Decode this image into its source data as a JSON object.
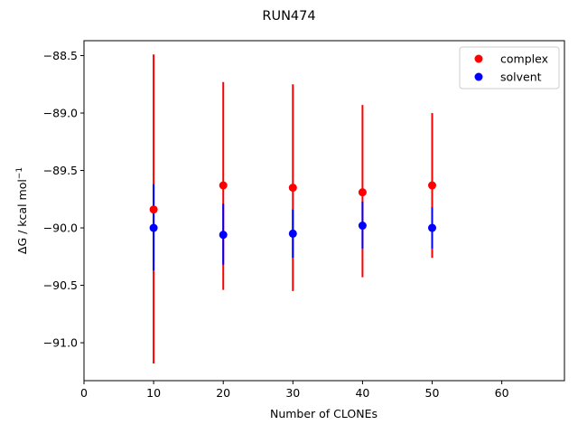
{
  "chart_data": {
    "type": "scatter",
    "title": "RUN474",
    "xlabel": "Number of CLONEs",
    "ylabel_main": "ΔG / kcal mol",
    "ylabel_sup": "−1",
    "xlim": [
      0,
      69
    ],
    "ylim": [
      -91.33,
      -88.37
    ],
    "xticks": [
      0,
      10,
      20,
      30,
      40,
      50,
      60
    ],
    "xtick_labels": [
      "0",
      "10",
      "20",
      "30",
      "40",
      "50",
      "60"
    ],
    "yticks": [
      -91.0,
      -90.5,
      -90.0,
      -89.5,
      -89.0,
      -88.5
    ],
    "ytick_labels": [
      "−91.0",
      "−90.5",
      "−90.0",
      "−89.5",
      "−89.0",
      "−88.5"
    ],
    "legend_position": "top-right",
    "grid": false,
    "series": [
      {
        "name": "complex",
        "color": "#ff0000",
        "x": [
          10,
          20,
          30,
          40,
          50
        ],
        "y": [
          -89.84,
          -89.63,
          -89.65,
          -89.69,
          -89.63
        ],
        "yerr_low": [
          -91.18,
          -90.54,
          -90.55,
          -90.43,
          -90.26
        ],
        "yerr_high": [
          -88.49,
          -88.73,
          -88.75,
          -88.93,
          -89.0
        ]
      },
      {
        "name": "solvent",
        "color": "#0000ff",
        "x": [
          10,
          20,
          30,
          40,
          50
        ],
        "y": [
          -90.0,
          -90.06,
          -90.05,
          -89.98,
          -90.0
        ],
        "yerr_low": [
          -90.37,
          -90.32,
          -90.26,
          -90.18,
          -90.18
        ],
        "yerr_high": [
          -89.62,
          -89.79,
          -89.84,
          -89.77,
          -89.82
        ]
      }
    ]
  }
}
